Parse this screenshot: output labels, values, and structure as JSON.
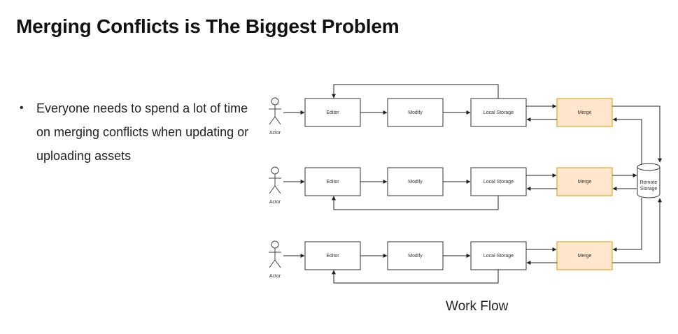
{
  "slide": {
    "title": "Merging Conflicts is The Biggest Problem",
    "bullets": [
      "Everyone needs to spend a lot of time on merging conflicts when updating or uploading assets"
    ],
    "caption": "Work Flow"
  },
  "diagram": {
    "lanes": [
      {
        "actor": "Actor",
        "editor": "Editor",
        "modify": "Modify",
        "local_storage": "Local Storage",
        "merge": "Merge"
      },
      {
        "actor": "Actor",
        "editor": "Editor",
        "modify": "Modify",
        "local_storage": "Local Storage",
        "merge": "Merge"
      },
      {
        "actor": "Actor",
        "editor": "Editor",
        "modify": "Modify",
        "local_storage": "Local Storage",
        "merge": "Merge"
      }
    ],
    "remote_storage": [
      "Remote",
      "Storage"
    ],
    "colors": {
      "box_stroke": "#333333",
      "merge_fill": "#ffe6cc",
      "merge_stroke": "#d79b00",
      "arrow": "#222222"
    }
  }
}
